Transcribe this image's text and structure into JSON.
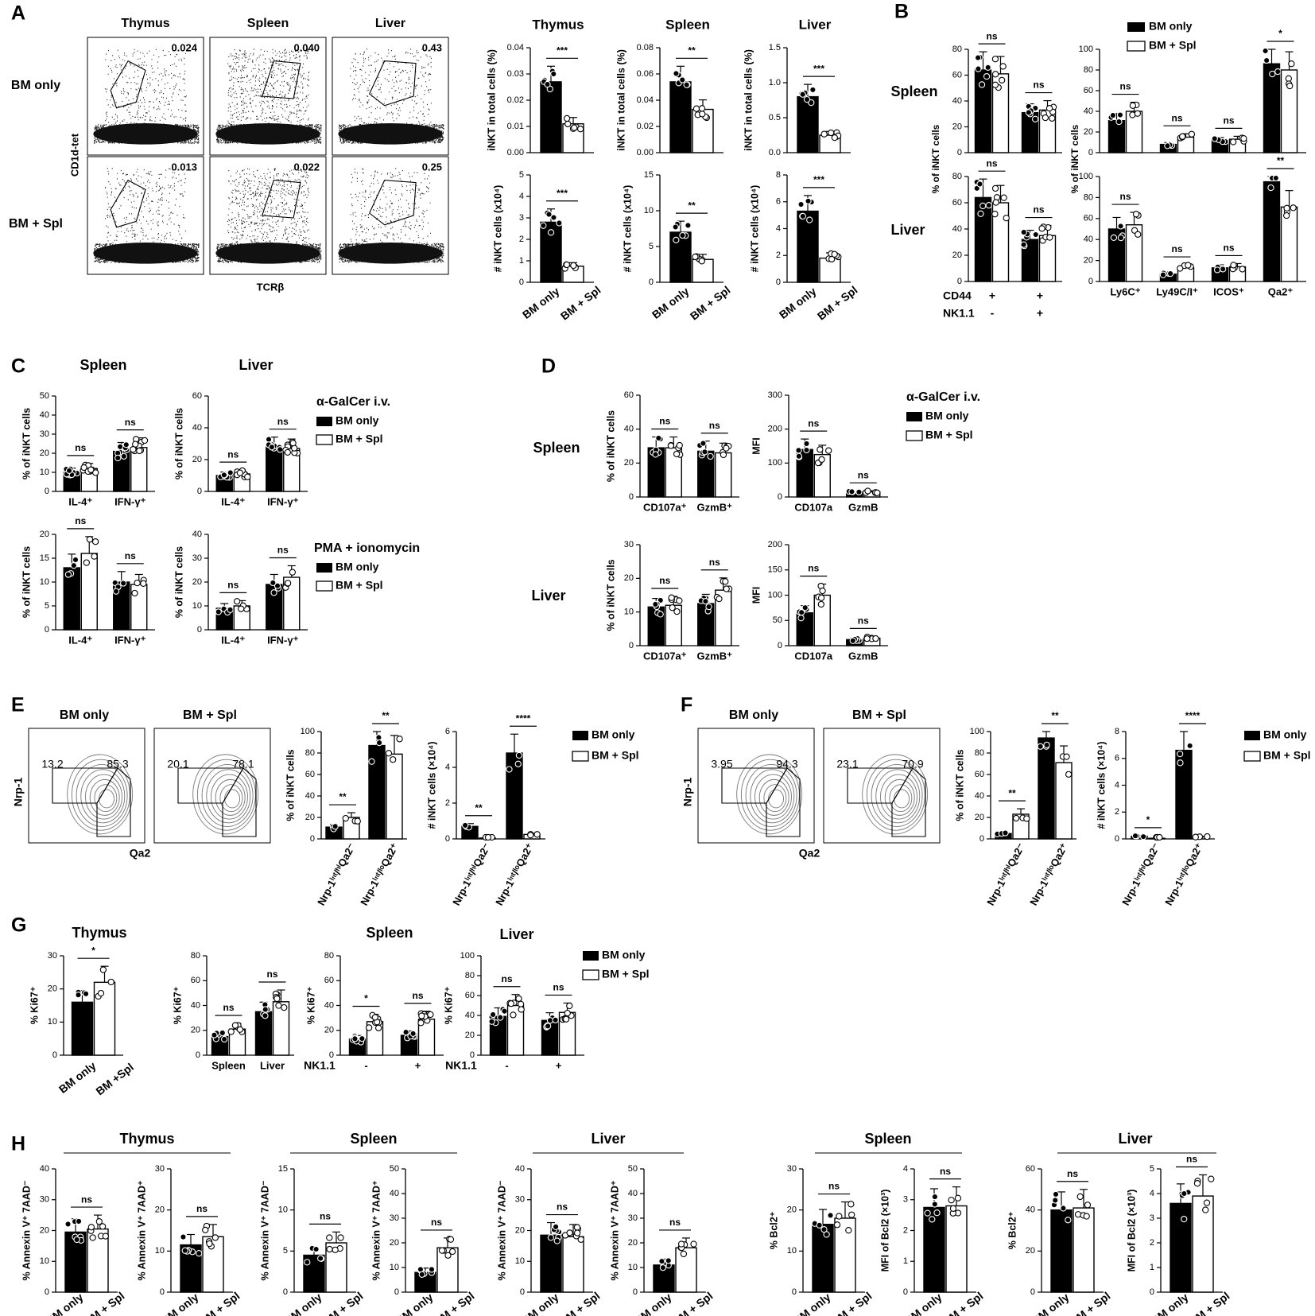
{
  "panel_letters": [
    "A",
    "B",
    "C",
    "D",
    "E",
    "F",
    "G",
    "H"
  ],
  "groups": {
    "bm_only": "BM only",
    "bm_spl": "BM + Spl",
    "bm_spl_g": "BM +Spl"
  },
  "colors": {
    "black": "#000000",
    "white": "#ffffff",
    "flow_dot": "#222222",
    "contour": "#777777"
  },
  "panel_A": {
    "tissues": [
      "Thymus",
      "Spleen",
      "Liver"
    ],
    "rows": [
      "BM only",
      "BM + Spl"
    ],
    "y_axis": "CD1d-tet",
    "x_axis": "TCRβ",
    "gate_values": [
      [
        "0.024",
        "0.040",
        "0.43"
      ],
      [
        "0.013",
        "0.022",
        "0.25"
      ]
    ],
    "stars_top": [
      "***",
      "**",
      "***"
    ],
    "stars_bottom": [
      "***",
      "**",
      "***"
    ],
    "ylabel_top": "iNKT in total cells (%)",
    "ylabel_bottom": "# iNKT cells (x10⁴)"
  },
  "panel_B": {
    "rows": [
      "Spleen",
      "Liver"
    ],
    "ylabel": "% of iNKT cells",
    "left_row_labels": [
      {
        "name": "CD44",
        "values": [
          "+",
          "+"
        ]
      },
      {
        "name": "NK1.1",
        "values": [
          "-",
          "+"
        ]
      }
    ],
    "right_cats": [
      "Ly6C⁺",
      "Ly49C/I⁺",
      "ICOS⁺",
      "Qa2⁺"
    ],
    "sig_left_top": [
      "ns",
      "ns"
    ],
    "sig_left_bottom": [
      "ns",
      "ns"
    ],
    "sig_right_top": [
      "ns",
      "ns",
      "ns",
      "*"
    ],
    "sig_right_bottom": [
      "ns",
      "ns",
      "ns",
      "**"
    ]
  },
  "panel_C": {
    "cols": [
      "Spleen",
      "Liver"
    ],
    "ylabel": "% of iNKT cells",
    "cats": [
      "IL-4⁺",
      "IFN-γ⁺"
    ],
    "legend_top": "α-GalCer i.v.",
    "legend_bottom": "PMA + ionomycin",
    "sig": "ns"
  },
  "panel_D": {
    "rows": [
      "Spleen",
      "Liver"
    ],
    "ylabel_left": "% of iNKT cells",
    "ylabel_right": "MFI",
    "cats_left": [
      "CD107a⁺",
      "GzmB⁺"
    ],
    "cats_right": [
      "CD107a",
      "GzmB"
    ],
    "legend_title": "α-GalCer i.v.",
    "sig": "ns"
  },
  "panel_E": {
    "flow_titles": [
      "BM only",
      "BM + Spl"
    ],
    "y_axis": "Nrp-1",
    "x_axis": "Qa2",
    "gate_values": [
      [
        "13.2",
        "85.3"
      ],
      [
        "20.1",
        "78.1"
      ]
    ],
    "ylabel_pct": "% of iNKT cells",
    "ylabel_num": "# iNKT cells (×10⁴)",
    "stars_pct": [
      "**",
      "**"
    ],
    "stars_num": [
      "**",
      "****"
    ]
  },
  "panel_F": {
    "flow_titles": [
      "BM only",
      "BM + Spl"
    ],
    "y_axis": "Nrp-1",
    "x_axis": "Qa2",
    "gate_values": [
      [
        "3.95",
        "94.3"
      ],
      [
        "23.1",
        "70.9"
      ]
    ],
    "ylabel_pct": "% of iNKT cells",
    "ylabel_num": "# iNKT cells (×10⁴)",
    "stars_pct": [
      "**",
      "**"
    ],
    "stars_num": [
      "*",
      "****"
    ]
  },
  "nrp_cats": [
    "Nrp-1ⁱⁿᵗ/ʰⁱQa2⁻",
    "Nrp-1ⁱⁿᵗ/ˡᵒQa2⁺"
  ],
  "panel_G": {
    "titles": [
      "Thymus",
      "Spleen",
      "Liver"
    ],
    "ylabel": "% Ki67⁺",
    "cats2": [
      "Spleen",
      "Liver"
    ],
    "nk_label": "NK1.1",
    "nk_values": [
      "-",
      "+"
    ],
    "sig_thymus": "*",
    "sig_tissue": "ns",
    "sig_spleen": [
      "*",
      "ns"
    ],
    "sig_liver": [
      "ns",
      "ns"
    ]
  },
  "panel_H": {
    "titles": [
      "Thymus",
      "Spleen",
      "Liver",
      "Spleen",
      "Liver"
    ],
    "ylabels": [
      "% Annexin V⁺ 7AAD⁻",
      "% Annexin V⁺ 7AAD⁺",
      "% Bcl2⁺",
      "MFI of Bcl2 (×10³)"
    ],
    "sig": "ns"
  },
  "chart_data": [
    {
      "id": "A-thymus-pct",
      "type": "bar",
      "categories": [
        "BM only",
        "BM + Spl"
      ],
      "values": [
        0.027,
        0.011
      ],
      "ylim": [
        0,
        0.04
      ],
      "ylabel": "iNKT in total cells (%)",
      "title": "Thymus"
    },
    {
      "id": "A-spleen-pct",
      "type": "bar",
      "categories": [
        "BM only",
        "BM + Spl"
      ],
      "values": [
        0.054,
        0.033
      ],
      "ylim": [
        0,
        0.08
      ],
      "ylabel": "iNKT in total cells (%)",
      "title": "Spleen"
    },
    {
      "id": "A-liver-pct",
      "type": "bar",
      "categories": [
        "BM only",
        "BM + Spl"
      ],
      "values": [
        0.8,
        0.25
      ],
      "ylim": [
        0,
        1.5
      ],
      "ylabel": "iNKT in total cells (%)",
      "title": "Liver"
    },
    {
      "id": "A-thymus-num",
      "type": "bar",
      "categories": [
        "BM only",
        "BM + Spl"
      ],
      "values": [
        2.8,
        0.75
      ],
      "ylim": [
        0,
        5
      ],
      "ylabel": "# iNKT cells (x10⁴)"
    },
    {
      "id": "A-spleen-num",
      "type": "bar",
      "categories": [
        "BM only",
        "BM + Spl"
      ],
      "values": [
        7.0,
        3.2
      ],
      "ylim": [
        0,
        15
      ],
      "ylabel": "# iNKT cells (x10⁴)"
    },
    {
      "id": "A-liver-num",
      "type": "bar",
      "categories": [
        "BM only",
        "BM + Spl"
      ],
      "values": [
        5.3,
        1.8
      ],
      "ylim": [
        0,
        8
      ],
      "ylabel": "# iNKT cells (x10⁴)"
    },
    {
      "id": "B-spleen-cd44",
      "type": "bar",
      "series": [
        {
          "name": "BM only",
          "values": [
            64,
            31
          ]
        },
        {
          "name": "BM + Spl",
          "values": [
            61,
            33
          ]
        }
      ],
      "ylim": [
        0,
        80
      ]
    },
    {
      "id": "B-spleen-markers",
      "type": "bar",
      "categories": [
        "Ly6C⁺",
        "Ly49C/I⁺",
        "ICOS⁺",
        "Qa2⁺"
      ],
      "series": [
        {
          "name": "BM only",
          "values": [
            31,
            8,
            12,
            86
          ]
        },
        {
          "name": "BM + Spl",
          "values": [
            40,
            15,
            13,
            80
          ]
        }
      ],
      "ylim": [
        0,
        100
      ]
    },
    {
      "id": "B-liver-cd44",
      "type": "bar",
      "series": [
        {
          "name": "BM only",
          "values": [
            64,
            32
          ]
        },
        {
          "name": "BM + Spl",
          "values": [
            60,
            35
          ]
        }
      ],
      "ylim": [
        0,
        80
      ]
    },
    {
      "id": "B-liver-markers",
      "type": "bar",
      "categories": [
        "Ly6C⁺",
        "Ly49C/I⁺",
        "ICOS⁺",
        "Qa2⁺"
      ],
      "series": [
        {
          "name": "BM only",
          "values": [
            50,
            7,
            13,
            95
          ]
        },
        {
          "name": "BM + Spl",
          "values": [
            54,
            13,
            14,
            71
          ]
        }
      ],
      "ylim": [
        0,
        100
      ]
    },
    {
      "id": "C-spleen-agalcer",
      "type": "bar",
      "categories": [
        "IL-4⁺",
        "IFN-γ⁺"
      ],
      "series": [
        {
          "name": "BM only",
          "values": [
            10,
            21
          ]
        },
        {
          "name": "BM + Spl",
          "values": [
            12,
            23
          ]
        }
      ],
      "ylim": [
        0,
        50
      ]
    },
    {
      "id": "C-liver-agalcer",
      "type": "bar",
      "categories": [
        "IL-4⁺",
        "IFN-γ⁺"
      ],
      "series": [
        {
          "name": "BM only",
          "values": [
            10,
            28
          ]
        },
        {
          "name": "BM + Spl",
          "values": [
            11,
            27
          ]
        }
      ],
      "ylim": [
        0,
        60
      ]
    },
    {
      "id": "C-spleen-pma",
      "type": "bar",
      "categories": [
        "IL-4⁺",
        "IFN-γ⁺"
      ],
      "series": [
        {
          "name": "BM only",
          "values": [
            13,
            10
          ]
        },
        {
          "name": "BM + Spl",
          "values": [
            16,
            9.5
          ]
        }
      ],
      "ylim": [
        0,
        20
      ]
    },
    {
      "id": "C-liver-pma",
      "type": "bar",
      "categories": [
        "IL-4⁺",
        "IFN-γ⁺"
      ],
      "series": [
        {
          "name": "BM only",
          "values": [
            9,
            19
          ]
        },
        {
          "name": "BM + Spl",
          "values": [
            10,
            22
          ]
        }
      ],
      "ylim": [
        0,
        40
      ]
    },
    {
      "id": "D-spleen-pct",
      "type": "bar",
      "categories": [
        "CD107a⁺",
        "GzmB⁺"
      ],
      "series": [
        {
          "name": "BM only",
          "values": [
            29,
            27
          ]
        },
        {
          "name": "BM + Spl",
          "values": [
            29,
            26
          ]
        }
      ],
      "ylim": [
        0,
        60
      ]
    },
    {
      "id": "D-spleen-mfi",
      "type": "bar",
      "categories": [
        "CD107a",
        "GzmB"
      ],
      "series": [
        {
          "name": "BM only",
          "values": [
            140,
            15
          ]
        },
        {
          "name": "BM + Spl",
          "values": [
            125,
            15
          ]
        }
      ],
      "ylim": [
        0,
        300
      ]
    },
    {
      "id": "D-liver-pct",
      "type": "bar",
      "categories": [
        "CD107a⁺",
        "GzmB⁺"
      ],
      "series": [
        {
          "name": "BM only",
          "values": [
            11.5,
            12.5
          ]
        },
        {
          "name": "BM + Spl",
          "values": [
            12,
            16.5
          ]
        }
      ],
      "ylim": [
        0,
        30
      ]
    },
    {
      "id": "D-liver-mfi",
      "type": "bar",
      "categories": [
        "CD107a",
        "GzmB"
      ],
      "series": [
        {
          "name": "BM only",
          "values": [
            65,
            12
          ]
        },
        {
          "name": "BM + Spl",
          "values": [
            100,
            15
          ]
        }
      ],
      "ylim": [
        0,
        200
      ]
    },
    {
      "id": "E-pct",
      "type": "bar",
      "categories": [
        "Nrp-1ⁱⁿᵗ/ʰⁱQa2⁻",
        "Nrp-1ⁱⁿᵗ/ˡᵒQa2⁺"
      ],
      "series": [
        {
          "name": "BM only",
          "values": [
            11,
            87
          ]
        },
        {
          "name": "BM + Spl",
          "values": [
            20,
            79
          ]
        }
      ],
      "ylim": [
        0,
        100
      ]
    },
    {
      "id": "E-num",
      "type": "bar",
      "categories": [
        "Nrp-1ⁱⁿᵗ/ʰⁱQa2⁻",
        "Nrp-1ⁱⁿᵗ/ˡᵒQa2⁺"
      ],
      "series": [
        {
          "name": "BM only",
          "values": [
            0.7,
            4.8
          ]
        },
        {
          "name": "BM + Spl",
          "values": [
            0.05,
            0.25
          ]
        }
      ],
      "ylim": [
        0,
        6
      ]
    },
    {
      "id": "F-pct",
      "type": "bar",
      "categories": [
        "Nrp-1ⁱⁿᵗ/ʰⁱQa2⁻",
        "Nrp-1ⁱⁿᵗ/ˡᵒQa2⁺"
      ],
      "series": [
        {
          "name": "BM only",
          "values": [
            5,
            94
          ]
        },
        {
          "name": "BM + Spl",
          "values": [
            23,
            71
          ]
        }
      ],
      "ylim": [
        0,
        100
      ]
    },
    {
      "id": "F-num",
      "type": "bar",
      "categories": [
        "Nrp-1ⁱⁿᵗ/ʰⁱQa2⁻",
        "Nrp-1ⁱⁿᵗ/ˡᵒQa2⁺"
      ],
      "series": [
        {
          "name": "BM only",
          "values": [
            0.2,
            6.6
          ]
        },
        {
          "name": "BM + Spl",
          "values": [
            0.05,
            0.15
          ]
        }
      ],
      "ylim": [
        0,
        8
      ]
    },
    {
      "id": "G-thymus",
      "type": "bar",
      "categories": [
        "BM only",
        "BM +Spl"
      ],
      "values": [
        16,
        22
      ],
      "ylim": [
        0,
        30
      ],
      "ylabel": "% Ki67⁺"
    },
    {
      "id": "G-tissue",
      "type": "bar",
      "categories": [
        "Spleen",
        "Liver"
      ],
      "series": [
        {
          "name": "BM only",
          "values": [
            15,
            35
          ]
        },
        {
          "name": "BM + Spl",
          "values": [
            21,
            43
          ]
        }
      ],
      "ylim": [
        0,
        80
      ]
    },
    {
      "id": "G-spleen-nk",
      "type": "bar",
      "categories": [
        "-",
        "+"
      ],
      "series": [
        {
          "name": "BM only",
          "values": [
            13,
            16
          ]
        },
        {
          "name": "BM + Spl",
          "values": [
            27,
            29
          ]
        }
      ],
      "ylim": [
        0,
        80
      ]
    },
    {
      "id": "G-liver-nk",
      "type": "bar",
      "categories": [
        "-",
        "+"
      ],
      "series": [
        {
          "name": "BM only",
          "values": [
            39,
            35
          ]
        },
        {
          "name": "BM + Spl",
          "values": [
            50,
            43
          ]
        }
      ],
      "ylim": [
        0,
        100
      ]
    },
    {
      "id": "H-thymus-7aadneg",
      "type": "bar",
      "categories": [
        "BM only",
        "BM + Spl"
      ],
      "values": [
        19.5,
        20.5
      ],
      "ylim": [
        0,
        40
      ]
    },
    {
      "id": "H-thymus-7aadpos",
      "type": "bar",
      "categories": [
        "BM only",
        "BM + Spl"
      ],
      "values": [
        11.5,
        13.5
      ],
      "ylim": [
        0,
        30
      ]
    },
    {
      "id": "H-spleen-7aadneg",
      "type": "bar",
      "categories": [
        "BM only",
        "BM + Spl"
      ],
      "values": [
        4.5,
        6
      ],
      "ylim": [
        0,
        15
      ]
    },
    {
      "id": "H-spleen-7aadpos",
      "type": "bar",
      "categories": [
        "BM only",
        "BM + Spl"
      ],
      "values": [
        8,
        18
      ],
      "ylim": [
        0,
        50
      ]
    },
    {
      "id": "H-liver-7aadneg",
      "type": "bar",
      "categories": [
        "BM only",
        "BM + Spl"
      ],
      "values": [
        18.5,
        18
      ],
      "ylim": [
        0,
        40
      ]
    },
    {
      "id": "H-liver-7aadpos",
      "type": "bar",
      "categories": [
        "BM only",
        "BM + Spl"
      ],
      "values": [
        11,
        18
      ],
      "ylim": [
        0,
        50
      ]
    },
    {
      "id": "H-spleen-bcl2pct",
      "type": "bar",
      "categories": [
        "BM only",
        "BM + Spl"
      ],
      "values": [
        16.5,
        18
      ],
      "ylim": [
        0,
        30
      ]
    },
    {
      "id": "H-spleen-bcl2mfi",
      "type": "bar",
      "categories": [
        "BM only",
        "BM + Spl"
      ],
      "values": [
        2.75,
        2.8
      ],
      "ylim": [
        0,
        4
      ]
    },
    {
      "id": "H-liver-bcl2pct",
      "type": "bar",
      "categories": [
        "BM only",
        "BM + Spl"
      ],
      "values": [
        40,
        41
      ],
      "ylim": [
        0,
        60
      ]
    },
    {
      "id": "H-liver-bcl2mfi",
      "type": "bar",
      "categories": [
        "BM only",
        "BM + Spl"
      ],
      "values": [
        3.6,
        3.9
      ],
      "ylim": [
        0,
        5
      ]
    }
  ]
}
